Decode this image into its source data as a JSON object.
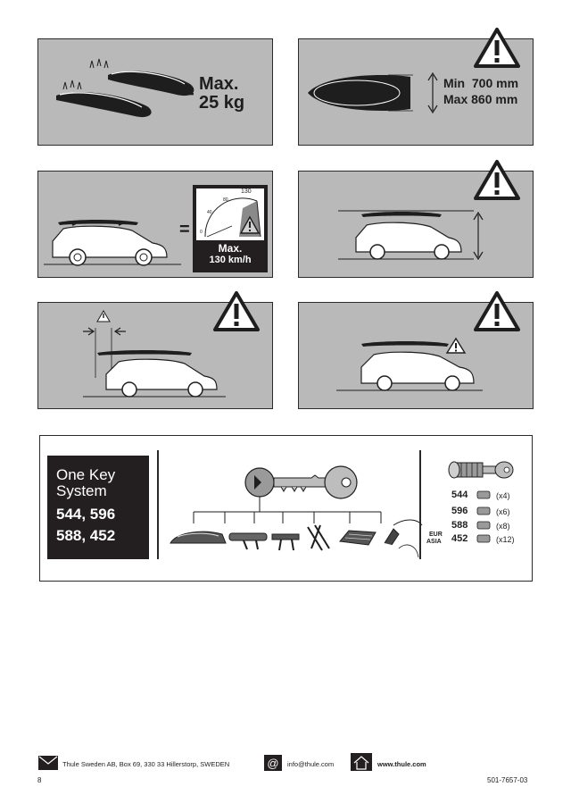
{
  "panel_weight": {
    "max_label": "Max.",
    "weight": "25 kg"
  },
  "panel_size": {
    "min_label": "Min  700 mm",
    "max_label": "Max 860 mm"
  },
  "panel_speed": {
    "gauge_value": "130",
    "gauge_mark_1": "80",
    "gauge_mark_2": "40",
    "gauge_mark_3": "0",
    "max_label": "Max.",
    "speed": "130 km/h"
  },
  "onekey": {
    "line1": "One Key",
    "line2": "System",
    "line3": "544, 596",
    "line4": "588, 452",
    "keys": [
      {
        "code": "544",
        "qty": "(x4)"
      },
      {
        "code": "596",
        "qty": "(x6)"
      },
      {
        "code": "588",
        "qty": "(x8)"
      },
      {
        "code": "452",
        "qty": "(x12)"
      }
    ],
    "region_1": "EUR",
    "region_2": "ASIA"
  },
  "footer": {
    "address": "Thule Sweden AB, Box 69, 330 33 Hillerstorp, SWEDEN",
    "email": "info@thule.com",
    "website": "www.thule.com",
    "page_number": "8",
    "doc_number": "501-7657-03"
  },
  "icons": [
    "warning-triangle-icon",
    "envelope-icon",
    "email-at-icon",
    "house-icon",
    "key-icon",
    "lock-cylinder-icon"
  ]
}
